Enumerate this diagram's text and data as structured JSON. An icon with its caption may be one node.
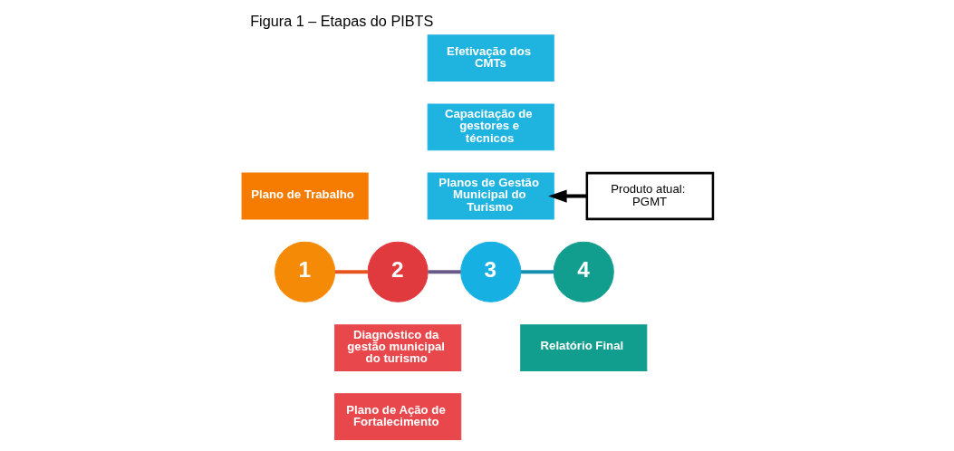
{
  "diagram": {
    "title": "Figura 1 – Etapas do PIBTS",
    "nodes": [
      {
        "text": [
          "Efetivação dos CMTs"
        ]
      },
      {
        "text": [
          "Capacitação de gestores e técnicos"
        ]
      },
      {
        "text": [
          "Plano de Trabalho"
        ]
      },
      {
        "text": [
          "Planos de Gestão Municipal do Turismo"
        ]
      },
      {
        "text": [
          "Produto atual: PGMT"
        ]
      },
      {
        "text": [
          "1"
        ]
      },
      {
        "text": [
          "2"
        ]
      },
      {
        "text": [
          "3"
        ]
      },
      {
        "text": [
          "4"
        ]
      },
      {
        "text": [
          "Diagnóstico da gestão municipal do turismo"
        ]
      },
      {
        "text": [
          "Relatório Final"
        ]
      },
      {
        "text": [
          "Plano de Ação de Fortalecimento"
        ]
      }
    ],
    "edges": [
      {
        "from": 5,
        "to": 6,
        "arrow": "none",
        "color": "#e8541e"
      },
      {
        "from": 6,
        "to": 7,
        "arrow": "none",
        "color": "#6a5a8a"
      },
      {
        "from": 7,
        "to": 8,
        "arrow": "none",
        "color": "#1590b0"
      },
      {
        "from": 4,
        "to": 3,
        "arrow": "to",
        "color": "#000000"
      }
    ]
  }
}
